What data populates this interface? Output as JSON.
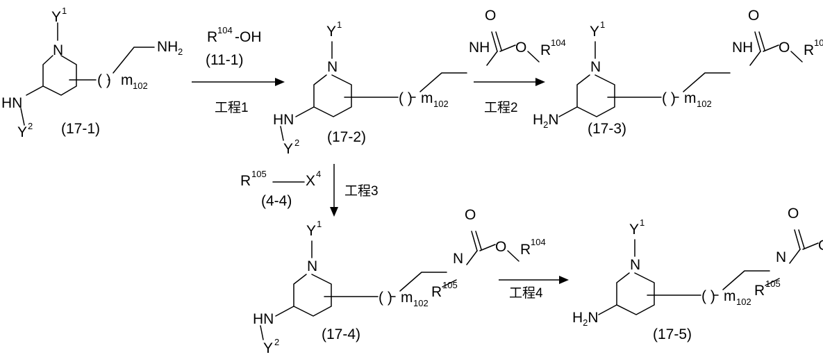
{
  "atoms": {
    "N": "N",
    "NH": "NH",
    "HN": "HN",
    "H2N": "H",
    "H2N_sub": "2",
    "H2N_tail": "N",
    "NH2": "NH",
    "NH2_sub": "2",
    "O": "O",
    "C": "C",
    "Y": "Y",
    "R": "R",
    "X": "X",
    "paren": "( )",
    "m": "m",
    "m_sub": "102",
    "OH": "-OH"
  },
  "superscripts": {
    "y1": "1",
    "y2": "2",
    "r104": "104",
    "r105": "105",
    "x4": "4"
  },
  "compounds": {
    "c17_1": "(17-1)",
    "c17_2": "(17-2)",
    "c17_3": "(17-3)",
    "c17_4": "(17-4)",
    "c17_5": "(17-5)"
  },
  "reagents": {
    "r1_label": "(11-1)",
    "r3_label": "(4-4)"
  },
  "steps": {
    "step1": "工程1",
    "step2": "工程2",
    "step3": "工程3",
    "step4": "工程4"
  }
}
